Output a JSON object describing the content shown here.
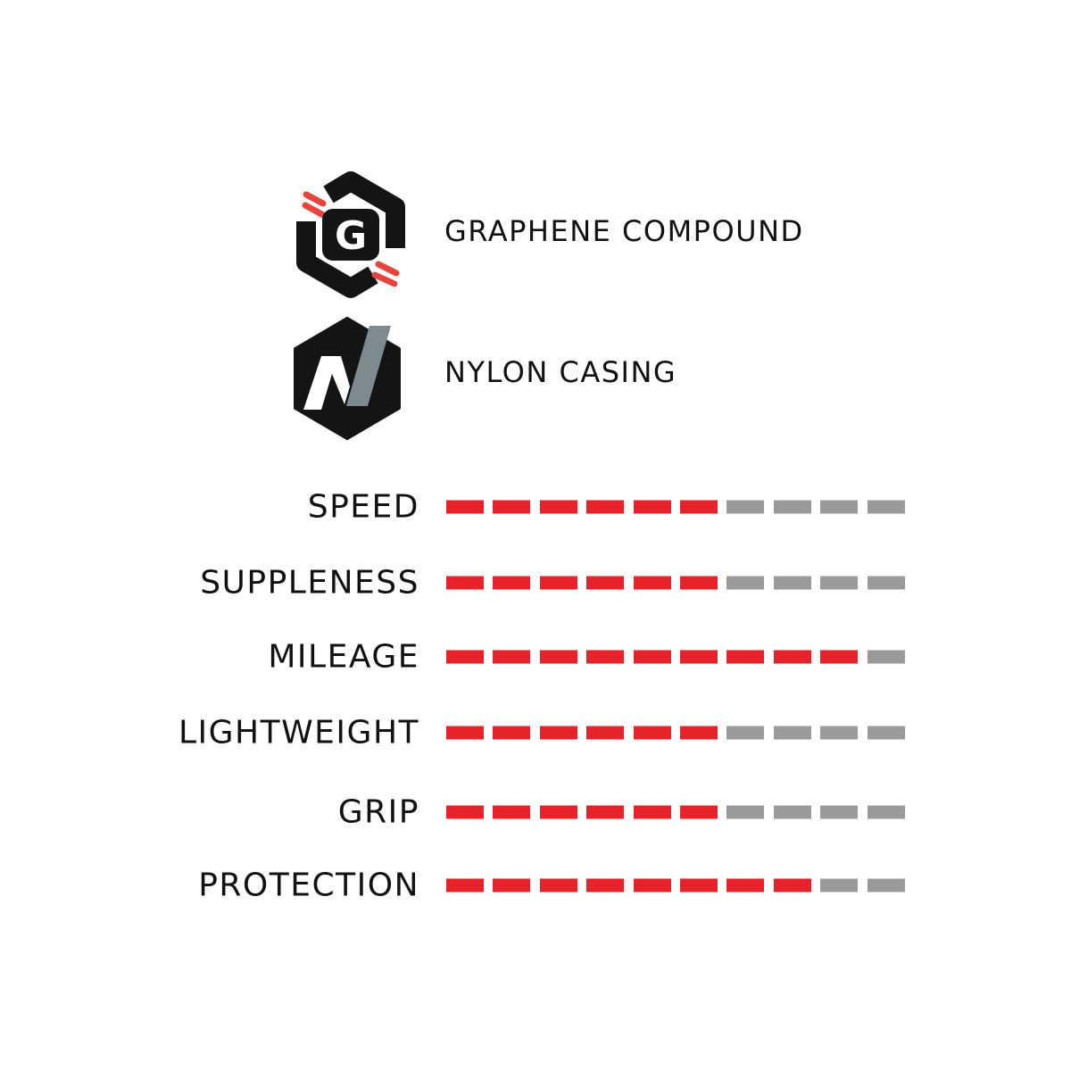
{
  "features": [
    {
      "id": "graphene",
      "label": "GRAPHENE COMPOUND",
      "icon": "graphene-g-icon"
    },
    {
      "id": "nylon",
      "label": "NYLON CASING",
      "icon": "nylon-n-icon"
    }
  ],
  "ratings": {
    "max": 10,
    "items": [
      {
        "label": "SPEED",
        "value": 6
      },
      {
        "label": "SUPPLENESS",
        "value": 6
      },
      {
        "label": "MILEAGE",
        "value": 9
      },
      {
        "label": "LIGHTWEIGHT",
        "value": 6
      },
      {
        "label": "GRIP",
        "value": 6
      },
      {
        "label": "PROTECTION",
        "value": 8
      }
    ]
  },
  "colors": {
    "filled": "#e8222a",
    "empty": "#9a9a9a",
    "icon_dark": "#141414",
    "icon_red": "#e8443e",
    "icon_grey": "#7d8a90"
  }
}
